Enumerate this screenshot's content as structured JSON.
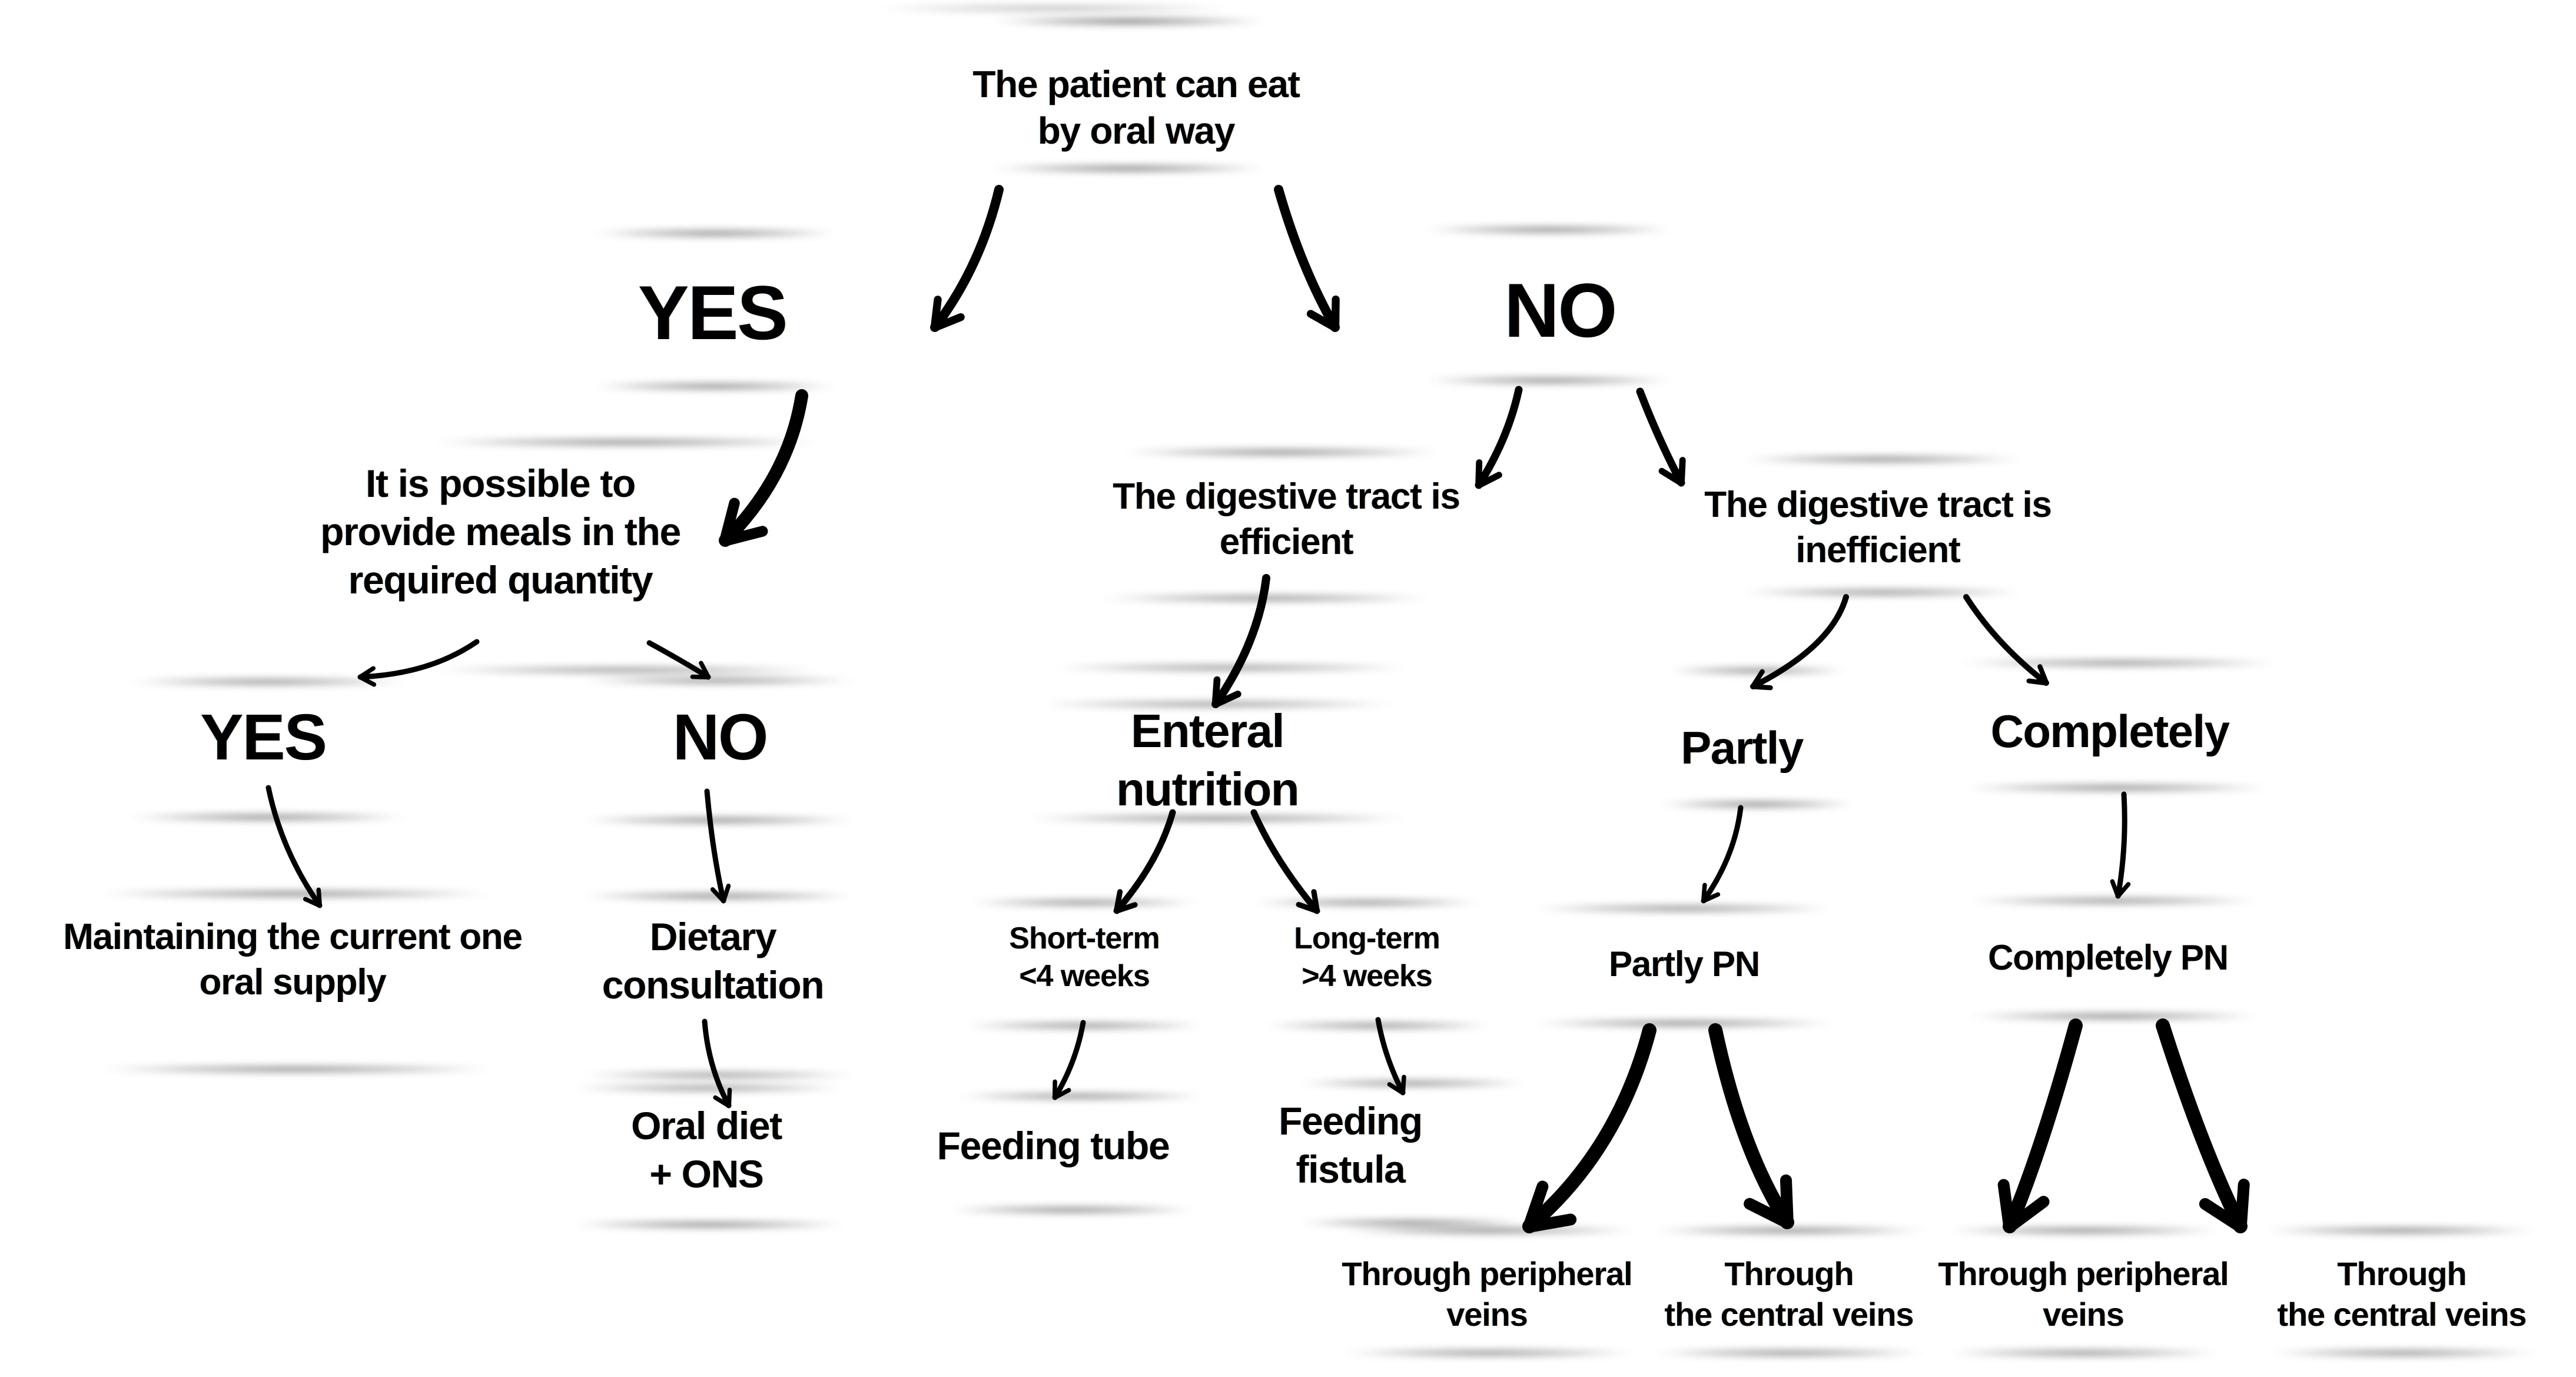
{
  "diagram": {
    "description": "Decision tree for choosing the nutrition route of a patient",
    "colors": {
      "text": "#000000",
      "background": "#ffffff",
      "shadow_bar": "#8a8a8a",
      "arrow": "#000000"
    },
    "nodes": {
      "root": {
        "lines": [
          "The patient can eat",
          "by oral way"
        ]
      },
      "yes1": {
        "lines": [
          "YES"
        ]
      },
      "no1": {
        "lines": [
          "NO"
        ]
      },
      "possible": {
        "lines": [
          "It is possible to",
          "provide meals in the",
          "required quantity"
        ]
      },
      "yes2": {
        "lines": [
          "YES"
        ]
      },
      "no2": {
        "lines": [
          "NO"
        ]
      },
      "maintain": {
        "lines": [
          "Maintaining the current one",
          "oral supply"
        ]
      },
      "dietary": {
        "lines": [
          "Dietary",
          "consultation"
        ]
      },
      "oral_diet": {
        "lines": [
          "Oral diet",
          "+ ONS"
        ]
      },
      "efficient": {
        "lines": [
          "The digestive tract is",
          "efficient"
        ]
      },
      "enteral": {
        "lines": [
          "Enteral",
          "nutrition"
        ]
      },
      "short_term": {
        "lines": [
          "Short-term",
          "<4 weeks"
        ]
      },
      "long_term": {
        "lines": [
          "Long-term",
          ">4 weeks"
        ]
      },
      "feeding_tube": {
        "lines": [
          "Feeding tube"
        ]
      },
      "feeding_fistula": {
        "lines": [
          "Feeding",
          "fistula"
        ]
      },
      "inefficient": {
        "lines": [
          "The digestive tract is",
          "inefficient"
        ]
      },
      "partly": {
        "lines": [
          "Partly"
        ]
      },
      "completely": {
        "lines": [
          "Completely"
        ]
      },
      "partly_pn": {
        "lines": [
          "Partly PN"
        ]
      },
      "completely_pn": {
        "lines": [
          "Completely PN"
        ]
      },
      "peripheral_veins_1": {
        "lines": [
          "Through peripheral",
          "veins"
        ]
      },
      "central_veins_1": {
        "lines": [
          "Through",
          "the central veins"
        ]
      },
      "peripheral_veins_2": {
        "lines": [
          "Through peripheral",
          "veins"
        ]
      },
      "central_veins_2": {
        "lines": [
          "Through",
          "the central veins"
        ]
      }
    },
    "edges": [
      {
        "from": "root",
        "to": "yes1"
      },
      {
        "from": "root",
        "to": "no1"
      },
      {
        "from": "yes1",
        "to": "possible"
      },
      {
        "from": "no1",
        "to": "efficient"
      },
      {
        "from": "no1",
        "to": "inefficient"
      },
      {
        "from": "possible",
        "to": "yes2"
      },
      {
        "from": "possible",
        "to": "no2"
      },
      {
        "from": "yes2",
        "to": "maintain"
      },
      {
        "from": "no2",
        "to": "dietary"
      },
      {
        "from": "dietary",
        "to": "oral_diet"
      },
      {
        "from": "efficient",
        "to": "enteral"
      },
      {
        "from": "enteral",
        "to": "short_term"
      },
      {
        "from": "enteral",
        "to": "long_term"
      },
      {
        "from": "short_term",
        "to": "feeding_tube"
      },
      {
        "from": "long_term",
        "to": "feeding_fistula"
      },
      {
        "from": "inefficient",
        "to": "partly"
      },
      {
        "from": "inefficient",
        "to": "completely"
      },
      {
        "from": "partly",
        "to": "partly_pn"
      },
      {
        "from": "completely",
        "to": "completely_pn"
      },
      {
        "from": "partly_pn",
        "to": "peripheral_veins_1"
      },
      {
        "from": "partly_pn",
        "to": "central_veins_1"
      },
      {
        "from": "completely_pn",
        "to": "peripheral_veins_2"
      },
      {
        "from": "completely_pn",
        "to": "central_veins_2"
      }
    ]
  }
}
